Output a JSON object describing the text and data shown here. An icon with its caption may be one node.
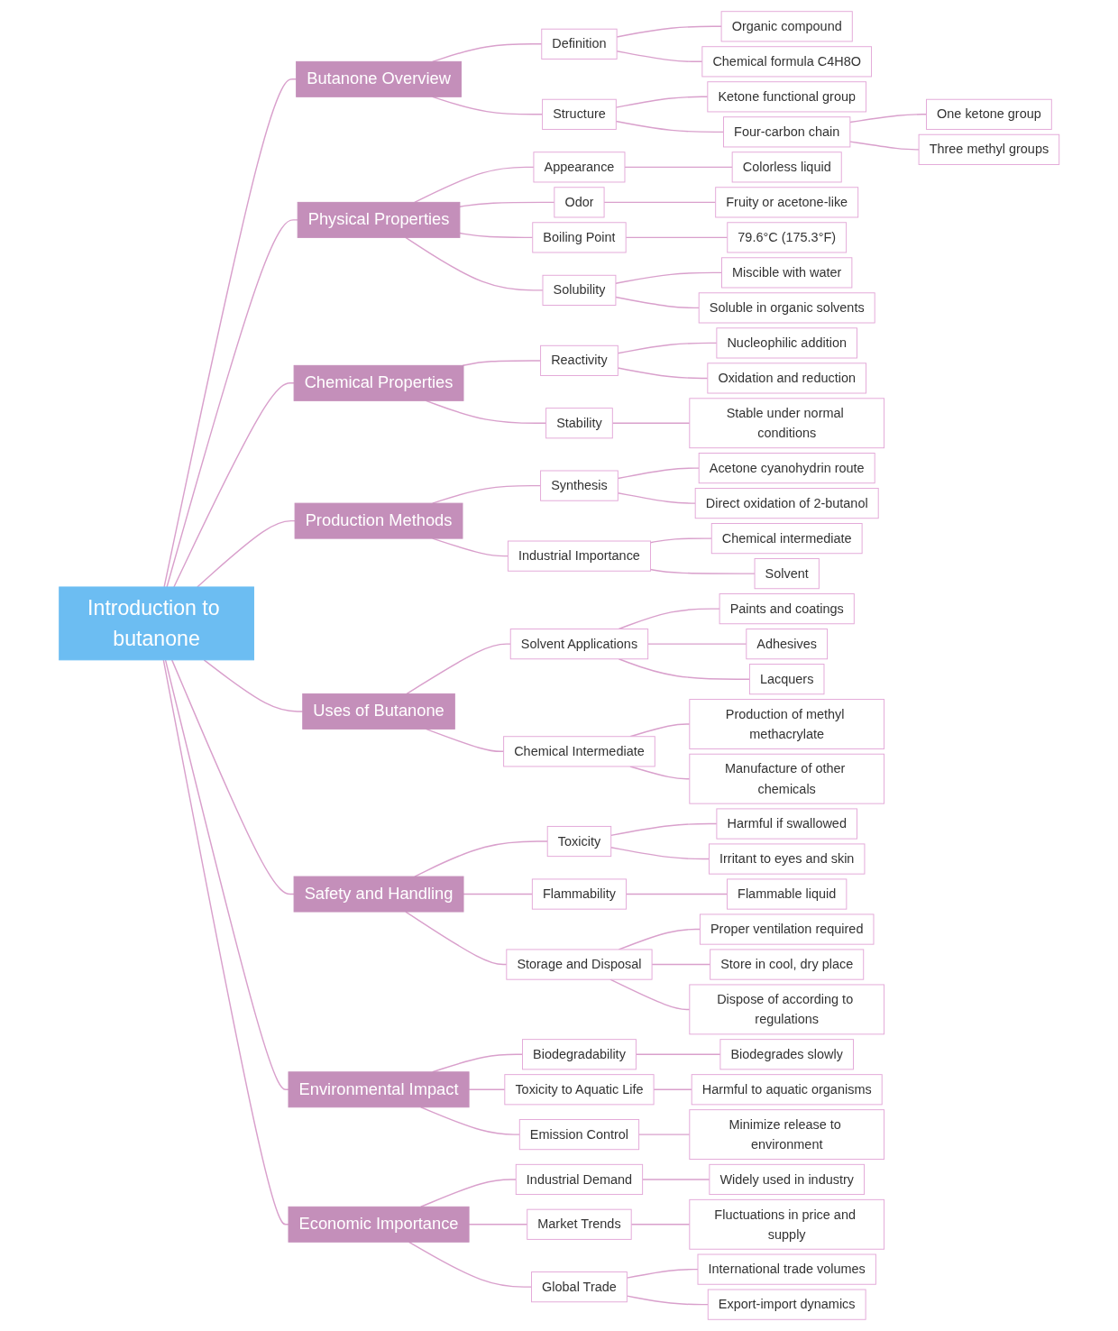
{
  "diagram": {
    "nodes": [
      {
        "text": [
          "Introduction to butanone"
        ]
      },
      {
        "text": [
          "Butanone Overview"
        ]
      },
      {
        "text": [
          "Definition"
        ]
      },
      {
        "text": [
          "Organic compound"
        ]
      },
      {
        "text": [
          "Chemical formula C4H8O"
        ]
      },
      {
        "text": [
          "Structure"
        ]
      },
      {
        "text": [
          "Ketone functional group"
        ]
      },
      {
        "text": [
          "Four-carbon chain"
        ]
      },
      {
        "text": [
          "One ketone group"
        ]
      },
      {
        "text": [
          "Three methyl groups"
        ]
      },
      {
        "text": [
          "Physical Properties"
        ]
      },
      {
        "text": [
          "Appearance"
        ]
      },
      {
        "text": [
          "Colorless liquid"
        ]
      },
      {
        "text": [
          "Odor"
        ]
      },
      {
        "text": [
          "Fruity or acetone-like"
        ]
      },
      {
        "text": [
          "Boiling Point"
        ]
      },
      {
        "text": [
          "79.6°C (175.3°F)"
        ]
      },
      {
        "text": [
          "Solubility"
        ]
      },
      {
        "text": [
          "Miscible with water"
        ]
      },
      {
        "text": [
          "Soluble in organic solvents"
        ]
      },
      {
        "text": [
          "Chemical Properties"
        ]
      },
      {
        "text": [
          "Reactivity"
        ]
      },
      {
        "text": [
          "Nucleophilic addition"
        ]
      },
      {
        "text": [
          "Oxidation and reduction"
        ]
      },
      {
        "text": [
          "Stability"
        ]
      },
      {
        "text": [
          "Stable under normal conditions"
        ]
      },
      {
        "text": [
          "Production Methods"
        ]
      },
      {
        "text": [
          "Synthesis"
        ]
      },
      {
        "text": [
          "Acetone cyanohydrin route"
        ]
      },
      {
        "text": [
          "Direct oxidation of 2-butanol"
        ]
      },
      {
        "text": [
          "Industrial Importance"
        ]
      },
      {
        "text": [
          "Chemical intermediate"
        ]
      },
      {
        "text": [
          "Solvent"
        ]
      },
      {
        "text": [
          "Uses of Butanone"
        ]
      },
      {
        "text": [
          "Solvent Applications"
        ]
      },
      {
        "text": [
          "Paints and coatings"
        ]
      },
      {
        "text": [
          "Adhesives"
        ]
      },
      {
        "text": [
          "Lacquers"
        ]
      },
      {
        "text": [
          "Chemical Intermediate"
        ]
      },
      {
        "text": [
          "Production of methyl methacrylate"
        ]
      },
      {
        "text": [
          "Manufacture of other chemicals"
        ]
      },
      {
        "text": [
          "Safety and Handling"
        ]
      },
      {
        "text": [
          "Toxicity"
        ]
      },
      {
        "text": [
          "Harmful if swallowed"
        ]
      },
      {
        "text": [
          "Irritant to eyes and skin"
        ]
      },
      {
        "text": [
          "Flammability"
        ]
      },
      {
        "text": [
          "Flammable liquid"
        ]
      },
      {
        "text": [
          "Storage and Disposal"
        ]
      },
      {
        "text": [
          "Proper ventilation required"
        ]
      },
      {
        "text": [
          "Store in cool, dry place"
        ]
      },
      {
        "text": [
          "Dispose of according to regulations"
        ]
      },
      {
        "text": [
          "Environmental Impact"
        ]
      },
      {
        "text": [
          "Biodegradability"
        ]
      },
      {
        "text": [
          "Biodegrades slowly"
        ]
      },
      {
        "text": [
          "Toxicity to Aquatic Life"
        ]
      },
      {
        "text": [
          "Harmful to aquatic organisms"
        ]
      },
      {
        "text": [
          "Emission Control"
        ]
      },
      {
        "text": [
          "Minimize release to environment"
        ]
      },
      {
        "text": [
          "Economic Importance"
        ]
      },
      {
        "text": [
          "Industrial Demand"
        ]
      },
      {
        "text": [
          "Widely used in industry"
        ]
      },
      {
        "text": [
          "Market Trends"
        ]
      },
      {
        "text": [
          "Fluctuations in price and supply"
        ]
      },
      {
        "text": [
          "Global Trade"
        ]
      },
      {
        "text": [
          "International trade volumes"
        ]
      },
      {
        "text": [
          "Export-import dynamics"
        ]
      }
    ],
    "edges": [
      {
        "from": 0,
        "to": 1,
        "arrow": "none"
      },
      {
        "from": 1,
        "to": 2,
        "arrow": "none"
      },
      {
        "from": 2,
        "to": 3,
        "arrow": "none"
      },
      {
        "from": 2,
        "to": 4,
        "arrow": "none"
      },
      {
        "from": 1,
        "to": 5,
        "arrow": "none"
      },
      {
        "from": 5,
        "to": 6,
        "arrow": "none"
      },
      {
        "from": 5,
        "to": 7,
        "arrow": "none"
      },
      {
        "from": 7,
        "to": 8,
        "arrow": "none"
      },
      {
        "from": 7,
        "to": 9,
        "arrow": "none"
      },
      {
        "from": 0,
        "to": 10,
        "arrow": "none"
      },
      {
        "from": 10,
        "to": 11,
        "arrow": "none"
      },
      {
        "from": 11,
        "to": 12,
        "arrow": "none"
      },
      {
        "from": 10,
        "to": 13,
        "arrow": "none"
      },
      {
        "from": 13,
        "to": 14,
        "arrow": "none"
      },
      {
        "from": 10,
        "to": 15,
        "arrow": "none"
      },
      {
        "from": 15,
        "to": 16,
        "arrow": "none"
      },
      {
        "from": 10,
        "to": 17,
        "arrow": "none"
      },
      {
        "from": 17,
        "to": 18,
        "arrow": "none"
      },
      {
        "from": 17,
        "to": 19,
        "arrow": "none"
      },
      {
        "from": 0,
        "to": 20,
        "arrow": "none"
      },
      {
        "from": 20,
        "to": 21,
        "arrow": "none"
      },
      {
        "from": 21,
        "to": 22,
        "arrow": "none"
      },
      {
        "from": 21,
        "to": 23,
        "arrow": "none"
      },
      {
        "from": 20,
        "to": 24,
        "arrow": "none"
      },
      {
        "from": 24,
        "to": 25,
        "arrow": "none"
      },
      {
        "from": 0,
        "to": 26,
        "arrow": "none"
      },
      {
        "from": 26,
        "to": 27,
        "arrow": "none"
      },
      {
        "from": 27,
        "to": 28,
        "arrow": "none"
      },
      {
        "from": 27,
        "to": 29,
        "arrow": "none"
      },
      {
        "from": 26,
        "to": 30,
        "arrow": "none"
      },
      {
        "from": 30,
        "to": 31,
        "arrow": "none"
      },
      {
        "from": 30,
        "to": 32,
        "arrow": "none"
      },
      {
        "from": 0,
        "to": 33,
        "arrow": "none"
      },
      {
        "from": 33,
        "to": 34,
        "arrow": "none"
      },
      {
        "from": 34,
        "to": 35,
        "arrow": "none"
      },
      {
        "from": 34,
        "to": 36,
        "arrow": "none"
      },
      {
        "from": 34,
        "to": 37,
        "arrow": "none"
      },
      {
        "from": 33,
        "to": 38,
        "arrow": "none"
      },
      {
        "from": 38,
        "to": 39,
        "arrow": "none"
      },
      {
        "from": 38,
        "to": 40,
        "arrow": "none"
      },
      {
        "from": 0,
        "to": 41,
        "arrow": "none"
      },
      {
        "from": 41,
        "to": 42,
        "arrow": "none"
      },
      {
        "from": 42,
        "to": 43,
        "arrow": "none"
      },
      {
        "from": 42,
        "to": 44,
        "arrow": "none"
      },
      {
        "from": 41,
        "to": 45,
        "arrow": "none"
      },
      {
        "from": 45,
        "to": 46,
        "arrow": "none"
      },
      {
        "from": 41,
        "to": 47,
        "arrow": "none"
      },
      {
        "from": 47,
        "to": 48,
        "arrow": "none"
      },
      {
        "from": 47,
        "to": 49,
        "arrow": "none"
      },
      {
        "from": 47,
        "to": 50,
        "arrow": "none"
      },
      {
        "from": 0,
        "to": 51,
        "arrow": "none"
      },
      {
        "from": 51,
        "to": 52,
        "arrow": "none"
      },
      {
        "from": 52,
        "to": 53,
        "arrow": "none"
      },
      {
        "from": 51,
        "to": 54,
        "arrow": "none"
      },
      {
        "from": 54,
        "to": 55,
        "arrow": "none"
      },
      {
        "from": 51,
        "to": 56,
        "arrow": "none"
      },
      {
        "from": 56,
        "to": 57,
        "arrow": "none"
      },
      {
        "from": 0,
        "to": 58,
        "arrow": "none"
      },
      {
        "from": 58,
        "to": 59,
        "arrow": "none"
      },
      {
        "from": 59,
        "to": 60,
        "arrow": "none"
      },
      {
        "from": 58,
        "to": 61,
        "arrow": "none"
      },
      {
        "from": 61,
        "to": 62,
        "arrow": "none"
      },
      {
        "from": 58,
        "to": 63,
        "arrow": "none"
      },
      {
        "from": 63,
        "to": 64,
        "arrow": "none"
      },
      {
        "from": 63,
        "to": 65,
        "arrow": "none"
      }
    ]
  }
}
